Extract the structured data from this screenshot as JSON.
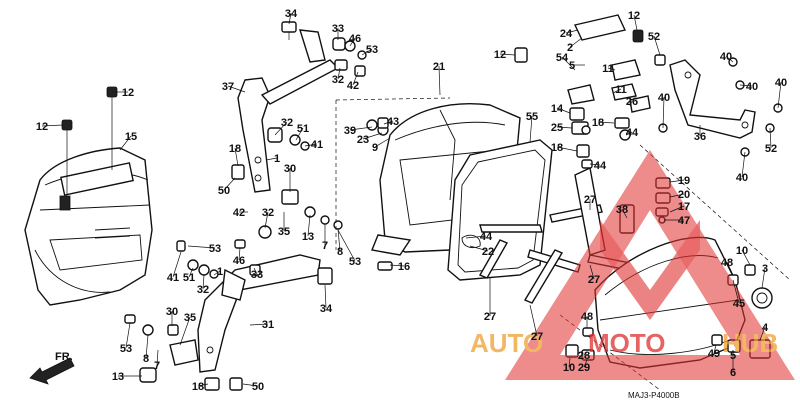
{
  "diagram": {
    "code": "MAJ3-P4000B",
    "direction": "FR.",
    "callouts": [
      "1",
      "2",
      "3",
      "4",
      "5",
      "6",
      "7",
      "8",
      "9",
      "10",
      "11",
      "12",
      "13",
      "14",
      "15",
      "16",
      "17",
      "18",
      "19",
      "20",
      "21",
      "22",
      "23",
      "24",
      "25",
      "26",
      "27",
      "28",
      "29",
      "30",
      "31",
      "32",
      "33",
      "34",
      "35",
      "36",
      "37",
      "38",
      "39",
      "40",
      "41",
      "42",
      "43",
      "44",
      "45",
      "46",
      "47",
      "48",
      "49",
      "50",
      "51",
      "52",
      "53",
      "54",
      "55"
    ]
  },
  "watermark": {
    "part1": "AUTO",
    "part2": "MOTO",
    "part3": "HUB",
    "color_red": "#e03030",
    "color_orange": "#f0a030"
  }
}
